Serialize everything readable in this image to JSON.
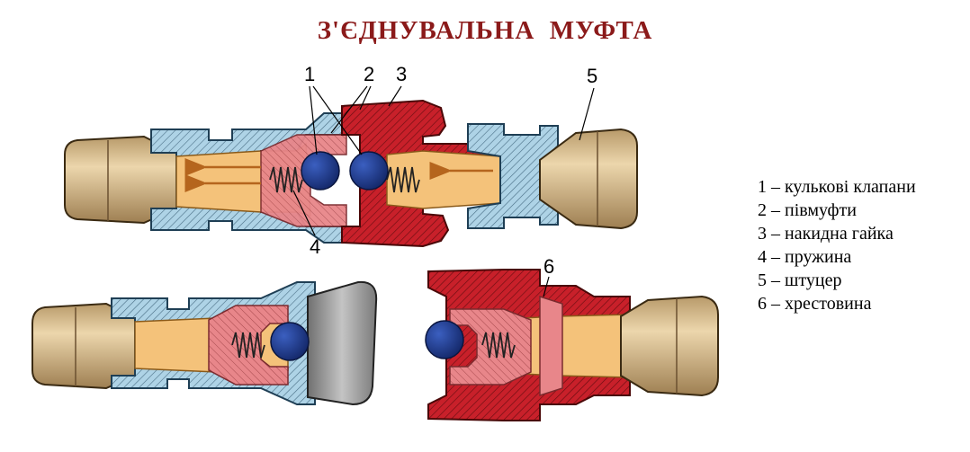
{
  "title": "З'ЄДНУВАЛЬНА  МУФТА",
  "callouts": [
    "1",
    "2",
    "3",
    "4",
    "5",
    "6"
  ],
  "legend": [
    "1 – кулькові клапани",
    "2 – півмуфти",
    "3 – накидна гайка",
    "4 – пружина",
    "5 – штуцер",
    "6 – хрестовина"
  ],
  "colors": {
    "title": "#8b1a1a",
    "blue_part": "#aed3e6",
    "red_part": "#c8202a",
    "pink_part": "#e8868a",
    "orange_fluid": "#f4c27a",
    "ball": "#1e3a8a",
    "fitting": "#d6b98c",
    "grey_cap": "#9a9a9a"
  }
}
